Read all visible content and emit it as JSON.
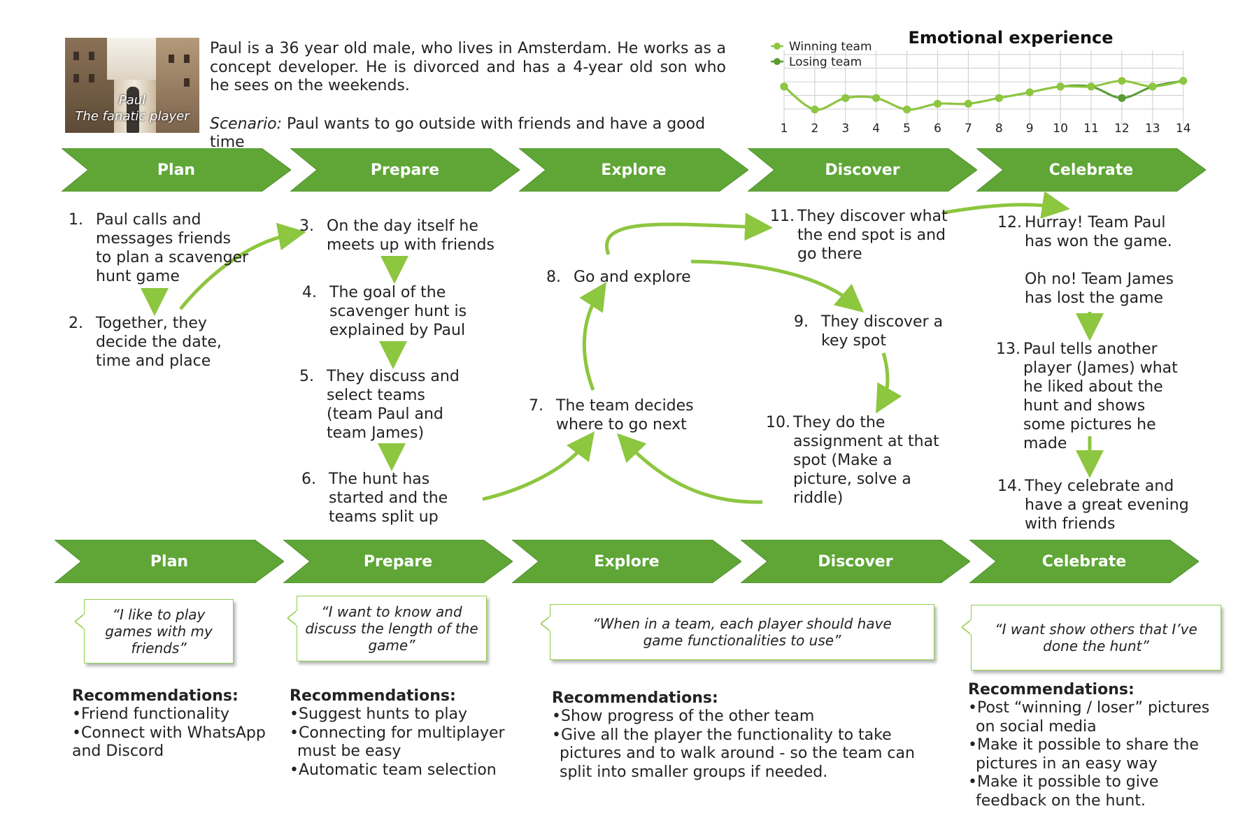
{
  "persona": {
    "name": "Paul",
    "role": "The fanatic player",
    "description": "Paul is a 36 year old male, who lives in Amsterdam. He works as a concept developer. He is divorced and has a 4-year old son who he sees on the weekends.",
    "scenario_label": "Scenario:",
    "scenario_text": " Paul wants to go outside with friends and have a good time"
  },
  "stages_top": [
    "Plan",
    "Prepare",
    "Explore",
    "Discover",
    "Celebrate"
  ],
  "stages_bottom": [
    "Plan",
    "Prepare",
    "Explore",
    "Discover",
    "Celebrate"
  ],
  "steps": {
    "s1": {
      "num": "1.",
      "text": "Paul calls and messages friends to plan a scavenger hunt game"
    },
    "s2": {
      "num": "2.",
      "text": "Together, they decide the date, time and place"
    },
    "s3": {
      "num": "3.",
      "text": "On the day itself he meets up with friends"
    },
    "s4": {
      "num": "4.",
      "text": "The goal of the scavenger hunt is explained by Paul"
    },
    "s5": {
      "num": "5.",
      "text": "They discuss and select teams (team Paul and team James)"
    },
    "s6": {
      "num": "6.",
      "text": "The hunt has started and the teams split up"
    },
    "s7": {
      "num": "7.",
      "text": "The team decides where to go next"
    },
    "s8": {
      "num": "8.",
      "text": "Go and explore"
    },
    "s9": {
      "num": "9.",
      "text": "They discover a key spot"
    },
    "s10": {
      "num": "10.",
      "text": "They do the assignment at that spot (Make a picture, solve a riddle)"
    },
    "s11": {
      "num": "11.",
      "text": "They discover what the end spot is and go there"
    },
    "s12": {
      "num": "12.",
      "text": "Hurray! Team Paul has won the game."
    },
    "s12b": {
      "text": "Oh no! Team James has lost the game"
    },
    "s13": {
      "num": "13.",
      "text": "Paul tells another player (James) what he liked about the hunt and shows some pictures he made"
    },
    "s14": {
      "num": "14.",
      "text": "They celebrate and have a great evening with friends"
    }
  },
  "quotes": {
    "plan": "“I like to play games with my friends”",
    "prepare": "“I want to know and discuss the length of the game”",
    "explore": "“When in a team, each player should have game functionalities to use”",
    "celebrate": "“I want show others that I’ve done the hunt”"
  },
  "recommendations": {
    "title": "Recommendations:",
    "plan": [
      "•Friend functionality",
      "•Connect with WhatsApp",
      "and Discord"
    ],
    "prepare": [
      "•Suggest hunts to play",
      "•Connecting for multiplayer",
      "must be easy",
      "•Automatic team selection"
    ],
    "explore": [
      "•Show progress of the other team",
      "•Give all the player the functionality to take",
      "pictures and to walk around - so the team can",
      "split into smaller groups if needed."
    ],
    "celebrate": [
      "•Post “winning / loser” pictures",
      "on social media",
      "•Make it possible to share the",
      "pictures in an easy way",
      "•Make it possible to give",
      "feedback on the hunt."
    ]
  },
  "colors": {
    "banner_green": "#5fa637",
    "banner_green_dark": "#4c8f2a",
    "arrow_green": "#8dc63f",
    "winning_line": "#8dc63f",
    "losing_line": "#5a9a34",
    "grid": "#cccccc"
  },
  "chart_data": {
    "type": "line",
    "title": "Emotional experience",
    "x": [
      1,
      2,
      3,
      4,
      5,
      6,
      7,
      8,
      9,
      10,
      11,
      12,
      13,
      14
    ],
    "ylim": [
      0,
      5
    ],
    "grid": true,
    "legend_position": "top-left",
    "series": [
      {
        "name": "Winning team",
        "color": "#8dc63f",
        "values": [
          3,
          1,
          2,
          2,
          1,
          1.5,
          1.5,
          2,
          2.5,
          3,
          3,
          3.5,
          3,
          3.5
        ]
      },
      {
        "name": "Losing team",
        "color": "#5a9a34",
        "values": [
          3,
          1,
          2,
          2,
          1,
          1.5,
          1.5,
          2,
          2.5,
          3,
          3,
          2,
          3,
          3.5
        ]
      }
    ]
  }
}
